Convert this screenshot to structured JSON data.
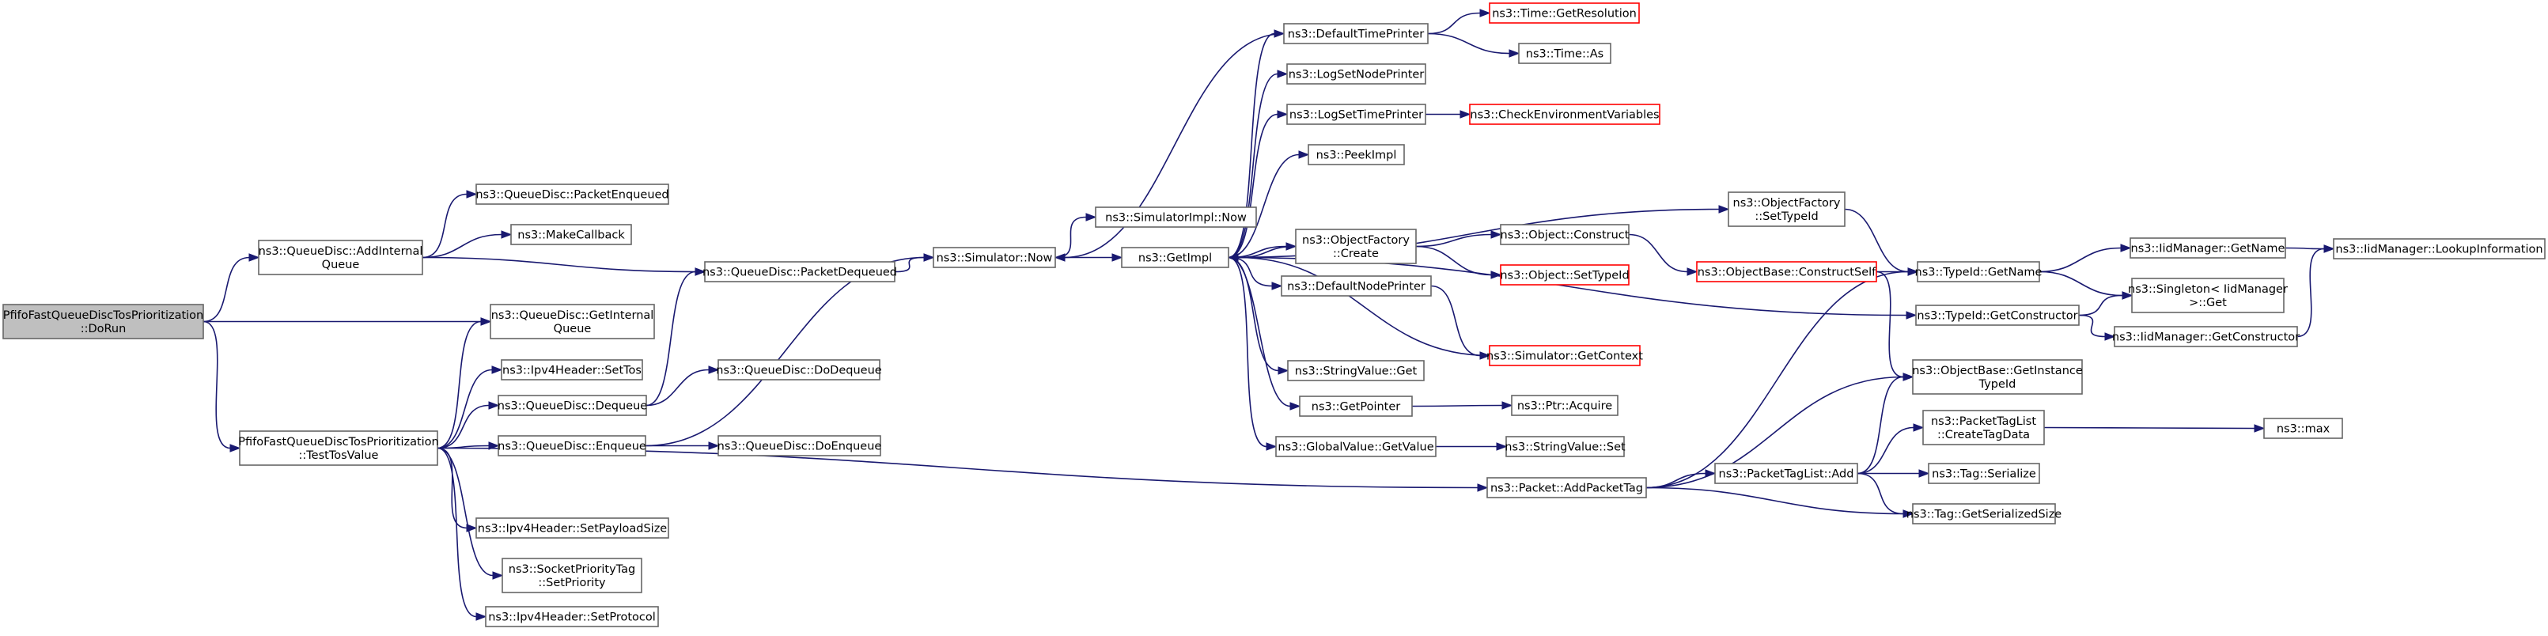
{
  "graph": {
    "colors": {
      "edge": "#191970",
      "node_border": "#666666",
      "red_border": "#ff0000",
      "root_fill": "#bfbfbf",
      "node_fill": "#ffffff"
    },
    "nodes": [
      {
        "id": "dorun",
        "lines": [
          "PfifoFastQueueDiscTosPrioritization",
          "::DoRun"
        ],
        "root": true
      },
      {
        "id": "addinternal",
        "lines": [
          "ns3::QueueDisc::AddInternal",
          "Queue"
        ]
      },
      {
        "id": "testtos",
        "lines": [
          "PfifoFastQueueDiscTosPrioritization",
          "::TestTosValue"
        ]
      },
      {
        "id": "pktenq",
        "lines": [
          "ns3::QueueDisc::PacketEnqueued"
        ]
      },
      {
        "id": "makecb",
        "lines": [
          "ns3::MakeCallback"
        ]
      },
      {
        "id": "getinternal",
        "lines": [
          "ns3::QueueDisc::GetInternal",
          "Queue"
        ]
      },
      {
        "id": "settos",
        "lines": [
          "ns3::Ipv4Header::SetTos"
        ]
      },
      {
        "id": "dequeue",
        "lines": [
          "ns3::QueueDisc::Dequeue"
        ]
      },
      {
        "id": "enqueue",
        "lines": [
          "ns3::QueueDisc::Enqueue"
        ]
      },
      {
        "id": "setpayload",
        "lines": [
          "ns3::Ipv4Header::SetPayloadSize"
        ]
      },
      {
        "id": "setpriority",
        "lines": [
          "ns3::SocketPriorityTag",
          "::SetPriority"
        ]
      },
      {
        "id": "setprotocol",
        "lines": [
          "ns3::Ipv4Header::SetProtocol"
        ]
      },
      {
        "id": "pktdeq",
        "lines": [
          "ns3::QueueDisc::PacketDequeued"
        ]
      },
      {
        "id": "dodequeue",
        "lines": [
          "ns3::QueueDisc::DoDequeue"
        ]
      },
      {
        "id": "doenqueue",
        "lines": [
          "ns3::QueueDisc::DoEnqueue"
        ]
      },
      {
        "id": "simnow",
        "lines": [
          "ns3::Simulator::Now"
        ]
      },
      {
        "id": "simimplnow",
        "lines": [
          "ns3::SimulatorImpl::Now"
        ]
      },
      {
        "id": "getimpl",
        "lines": [
          "ns3::GetImpl"
        ]
      },
      {
        "id": "deftime",
        "lines": [
          "ns3::DefaultTimePrinter"
        ]
      },
      {
        "id": "logsetnode",
        "lines": [
          "ns3::LogSetNodePrinter"
        ]
      },
      {
        "id": "logsettime",
        "lines": [
          "ns3::LogSetTimePrinter"
        ]
      },
      {
        "id": "peekimpl",
        "lines": [
          "ns3::PeekImpl"
        ]
      },
      {
        "id": "objfcreate",
        "lines": [
          "ns3::ObjectFactory",
          "::Create"
        ]
      },
      {
        "id": "defnode",
        "lines": [
          "ns3::DefaultNodePrinter"
        ]
      },
      {
        "id": "strvalget",
        "lines": [
          "ns3::StringValue::Get"
        ]
      },
      {
        "id": "getpointer",
        "lines": [
          "ns3::GetPointer"
        ]
      },
      {
        "id": "gvgetvalue",
        "lines": [
          "ns3::GlobalValue::GetValue"
        ]
      },
      {
        "id": "addpkttag",
        "lines": [
          "ns3::Packet::AddPacketTag"
        ]
      },
      {
        "id": "getres",
        "lines": [
          "ns3::Time::GetResolution"
        ],
        "red": true
      },
      {
        "id": "timeas",
        "lines": [
          "ns3::Time::As"
        ]
      },
      {
        "id": "checkenv",
        "lines": [
          "ns3::CheckEnvironmentVariables"
        ],
        "red": true
      },
      {
        "id": "objconstruct",
        "lines": [
          "ns3::Object::Construct"
        ]
      },
      {
        "id": "objsettypeid",
        "lines": [
          "ns3::Object::SetTypeId"
        ],
        "red": true
      },
      {
        "id": "simgetctx",
        "lines": [
          "ns3::Simulator::GetContext"
        ],
        "red": true
      },
      {
        "id": "ptracquire",
        "lines": [
          "ns3::Ptr::Acquire"
        ]
      },
      {
        "id": "strvalset",
        "lines": [
          "ns3::StringValue::Set"
        ]
      },
      {
        "id": "objfsettypeid",
        "lines": [
          "ns3::ObjectFactory",
          "::SetTypeId"
        ]
      },
      {
        "id": "constructself",
        "lines": [
          "ns3::ObjectBase::ConstructSelf"
        ],
        "red": true
      },
      {
        "id": "pkttaglistadd",
        "lines": [
          "ns3::PacketTagList::Add"
        ]
      },
      {
        "id": "typeidgetname",
        "lines": [
          "ns3::TypeId::GetName"
        ]
      },
      {
        "id": "typeidgetctor",
        "lines": [
          "ns3::TypeId::GetConstructor"
        ]
      },
      {
        "id": "getinsttypeid",
        "lines": [
          "ns3::ObjectBase::GetInstance",
          "TypeId"
        ]
      },
      {
        "id": "createtagdata",
        "lines": [
          "ns3::PacketTagList",
          "::CreateTagData"
        ]
      },
      {
        "id": "tagserialize",
        "lines": [
          "ns3::Tag::Serialize"
        ]
      },
      {
        "id": "taggetsersize",
        "lines": [
          "ns3::Tag::GetSerializedSize"
        ]
      },
      {
        "id": "iidgetname",
        "lines": [
          "ns3::IidManager::GetName"
        ]
      },
      {
        "id": "singletonget",
        "lines": [
          "ns3::Singleton< IidManager",
          " >::Get"
        ]
      },
      {
        "id": "iidgetctor",
        "lines": [
          "ns3::IidManager::GetConstructor"
        ]
      },
      {
        "id": "nsmax",
        "lines": [
          "ns3::max"
        ]
      },
      {
        "id": "iidlookup",
        "lines": [
          "ns3::IidManager::LookupInformation"
        ]
      }
    ],
    "edges": [
      [
        "dorun",
        "addinternal"
      ],
      [
        "dorun",
        "getinternal"
      ],
      [
        "dorun",
        "testtos"
      ],
      [
        "addinternal",
        "pktenq"
      ],
      [
        "addinternal",
        "makecb"
      ],
      [
        "addinternal",
        "pktdeq"
      ],
      [
        "testtos",
        "getinternal"
      ],
      [
        "testtos",
        "settos"
      ],
      [
        "testtos",
        "dequeue"
      ],
      [
        "testtos",
        "enqueue"
      ],
      [
        "testtos",
        "setpayload"
      ],
      [
        "testtos",
        "setpriority"
      ],
      [
        "testtos",
        "setprotocol"
      ],
      [
        "testtos",
        "addpkttag"
      ],
      [
        "dequeue",
        "pktdeq"
      ],
      [
        "dequeue",
        "dodequeue"
      ],
      [
        "enqueue",
        "doenqueue"
      ],
      [
        "enqueue",
        "simnow"
      ],
      [
        "pktdeq",
        "simnow"
      ],
      [
        "simnow",
        "simimplnow"
      ],
      [
        "simnow",
        "getimpl"
      ],
      [
        "getimpl",
        "deftime"
      ],
      [
        "getimpl",
        "logsetnode"
      ],
      [
        "getimpl",
        "logsettime"
      ],
      [
        "getimpl",
        "peekimpl"
      ],
      [
        "getimpl",
        "objfsettypeid"
      ],
      [
        "getimpl",
        "objfcreate"
      ],
      [
        "getimpl",
        "defnode"
      ],
      [
        "getimpl",
        "strvalget"
      ],
      [
        "getimpl",
        "getpointer"
      ],
      [
        "getimpl",
        "gvgetvalue"
      ],
      [
        "getimpl",
        "typeidgetctor"
      ],
      [
        "deftime",
        "simnow"
      ],
      [
        "deftime",
        "getres"
      ],
      [
        "deftime",
        "timeas"
      ],
      [
        "logsettime",
        "checkenv"
      ],
      [
        "objfcreate",
        "objconstruct"
      ],
      [
        "objfcreate",
        "objsettypeid"
      ],
      [
        "objfcreate",
        "getimpl"
      ],
      [
        "defnode",
        "simgetctx"
      ],
      [
        "simgetctx",
        "getimpl"
      ],
      [
        "getpointer",
        "ptracquire"
      ],
      [
        "gvgetvalue",
        "strvalset"
      ],
      [
        "objconstruct",
        "constructself"
      ],
      [
        "objfsettypeid",
        "typeidgetname"
      ],
      [
        "constructself",
        "typeidgetname"
      ],
      [
        "constructself",
        "getinsttypeid"
      ],
      [
        "addpkttag",
        "typeidgetname"
      ],
      [
        "addpkttag",
        "getinsttypeid"
      ],
      [
        "addpkttag",
        "pkttaglistadd"
      ],
      [
        "addpkttag",
        "taggetsersize"
      ],
      [
        "pkttaglistadd",
        "getinsttypeid"
      ],
      [
        "pkttaglistadd",
        "createtagdata"
      ],
      [
        "pkttaglistadd",
        "tagserialize"
      ],
      [
        "pkttaglistadd",
        "taggetsersize"
      ],
      [
        "typeidgetname",
        "iidgetname"
      ],
      [
        "typeidgetname",
        "singletonget"
      ],
      [
        "typeidgetctor",
        "singletonget"
      ],
      [
        "typeidgetctor",
        "iidgetctor"
      ],
      [
        "iidgetname",
        "iidlookup"
      ],
      [
        "iidgetctor",
        "iidlookup"
      ],
      [
        "createtagdata",
        "nsmax"
      ]
    ]
  }
}
